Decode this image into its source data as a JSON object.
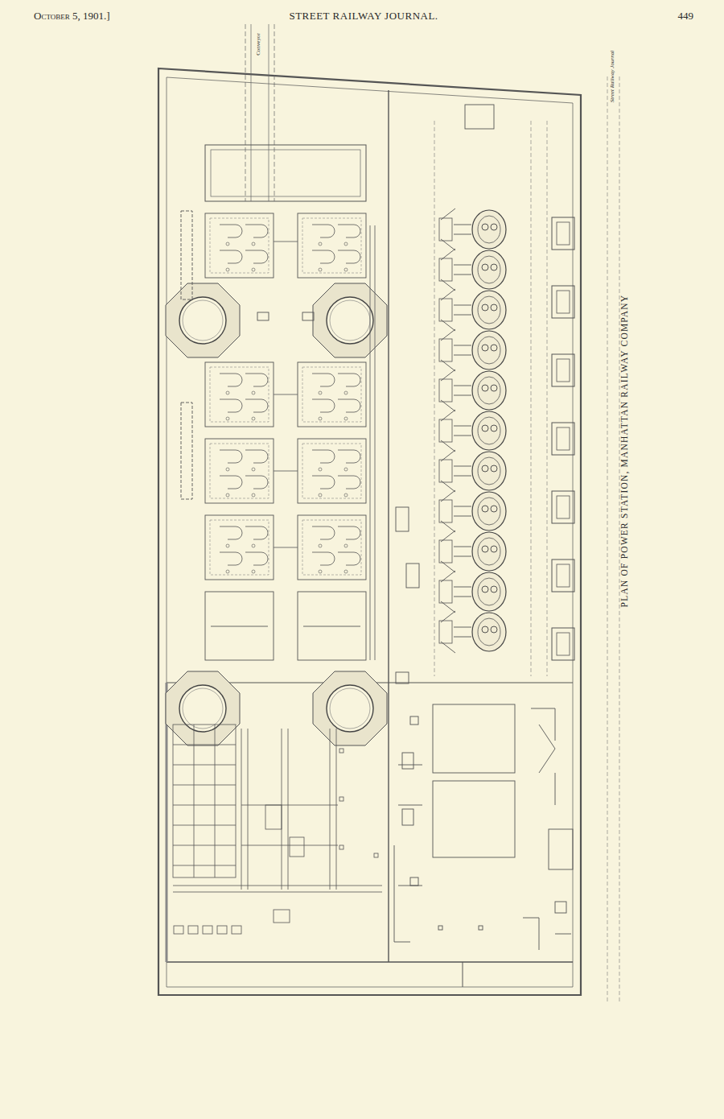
{
  "diagram": {
    "caption": "PLAN OF POWER STATION, MANHATTAN RAILWAY COMPANY",
    "labels": [
      "October 5, 1901.]",
      "STREET RAILWAY JOURNAL.",
      "449",
      "Conveyor",
      "Street Railway Journal"
    ]
  }
}
